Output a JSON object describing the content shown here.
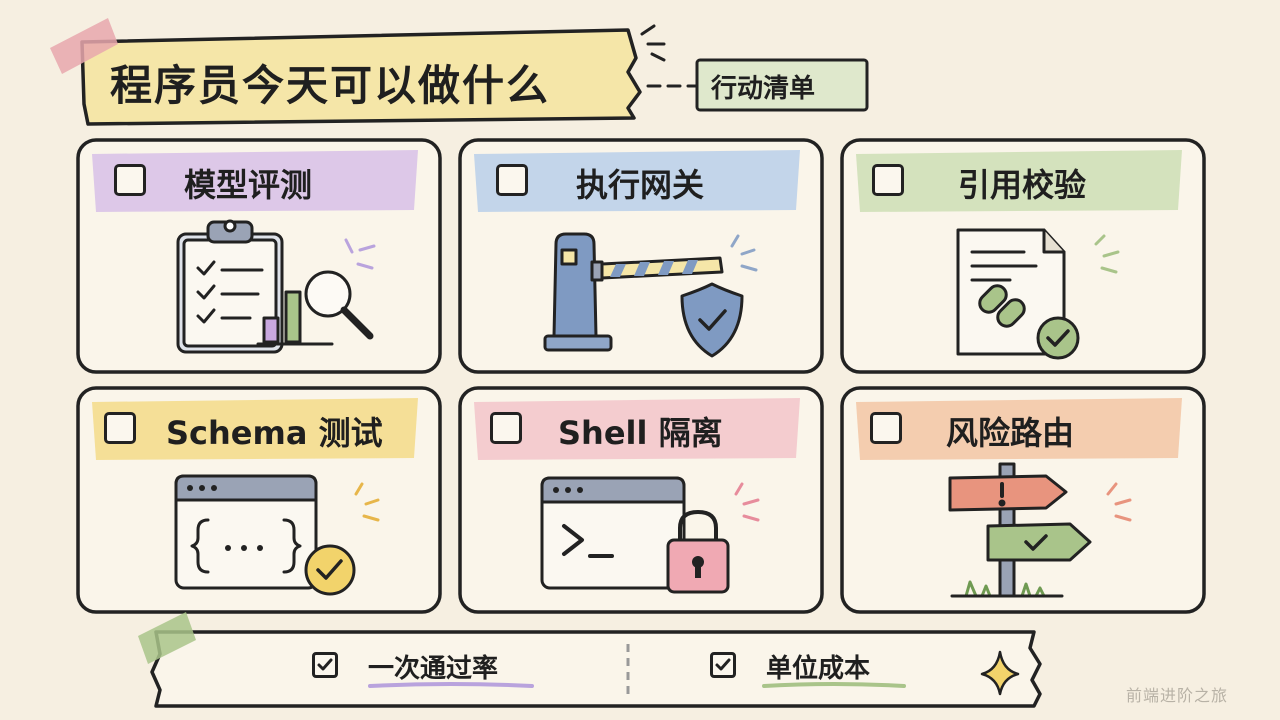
{
  "header": {
    "title": "程序员今天可以做什么",
    "subtitle": "行动清单"
  },
  "cards": [
    {
      "label": "模型评测",
      "icon": "clipboard-magnifier-icon",
      "highlight": "#d9c3e8",
      "checked": false
    },
    {
      "label": "执行网关",
      "icon": "barrier-gate-shield-icon",
      "highlight": "#bcd1ea",
      "checked": false
    },
    {
      "label": "引用校验",
      "icon": "document-link-check-icon",
      "highlight": "#cfe0b8",
      "checked": false
    },
    {
      "label": "Schema 测试",
      "icon": "code-window-check-icon",
      "highlight": "#f4dd8e",
      "checked": false
    },
    {
      "label": "Shell 隔离",
      "icon": "terminal-lock-icon",
      "highlight": "#f3c8cc",
      "checked": false
    },
    {
      "label": "风险路由",
      "icon": "signpost-icon",
      "highlight": "#f3c9a8",
      "checked": false
    }
  ],
  "metrics": [
    {
      "label": "一次通过率",
      "checked": true,
      "underline": "#b9a3dd"
    },
    {
      "label": "单位成本",
      "checked": true,
      "underline": "#a9c48a"
    }
  ],
  "watermark": "前端进阶之旅",
  "colors": {
    "background": "#f6efe1",
    "ink": "#222222",
    "title_highlight": "#f5e6a8",
    "subtitle_fill": "#dfe8cc"
  }
}
